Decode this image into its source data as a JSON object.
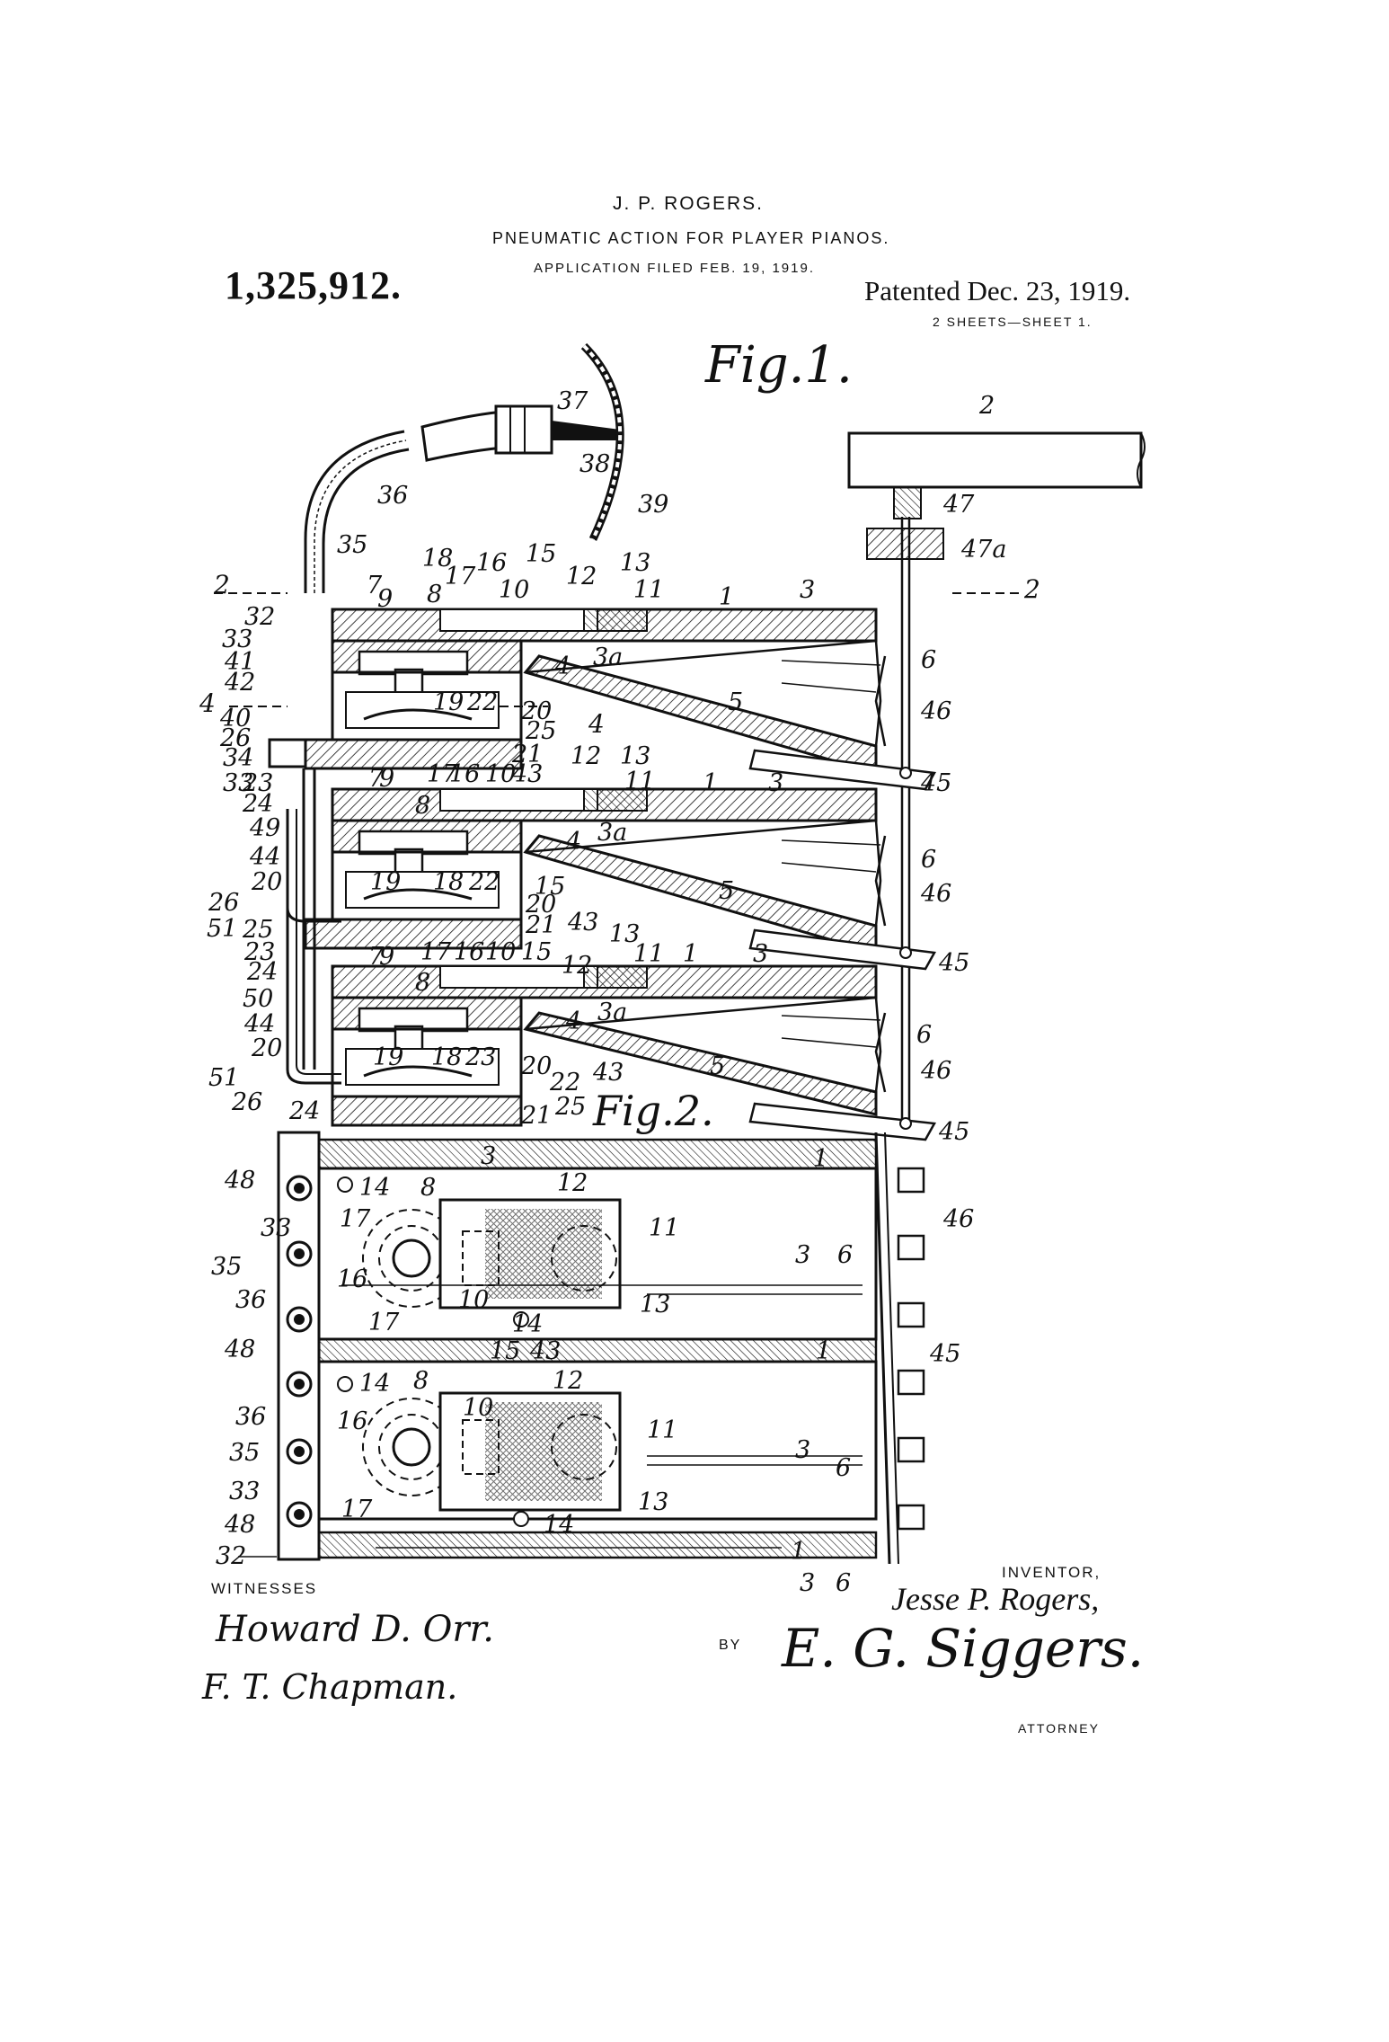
{
  "header": {
    "inventor_surname": "J. P. ROGERS.",
    "title": "PNEUMATIC ACTION FOR PLAYER PIANOS.",
    "application": "APPLICATION FILED FEB. 19, 1919.",
    "patent_number": "1,325,912.",
    "patented": "Patented Dec. 23, 1919.",
    "sheets": "2 SHEETS—SHEET 1."
  },
  "figures": {
    "fig1": "Fig.1.",
    "fig2": "Fig.2."
  },
  "section_marks": {
    "left_2": "2",
    "right_2": "2",
    "left_4": "4",
    "right_4": "4"
  },
  "fig1_labels": [
    "2",
    "47",
    "47a",
    "37",
    "38",
    "39",
    "36",
    "35",
    "18",
    "17",
    "16",
    "15",
    "12",
    "13",
    "11",
    "1",
    "3",
    "7",
    "9",
    "8",
    "10",
    "32",
    "33",
    "41",
    "42",
    "40",
    "26",
    "34",
    "33",
    "23",
    "24",
    "49",
    "44",
    "20",
    "26",
    "51",
    "25",
    "23",
    "24",
    "50",
    "44",
    "20",
    "51",
    "26",
    "24",
    "3a",
    "4",
    "6",
    "5",
    "46",
    "45",
    "20",
    "19",
    "22",
    "21",
    "25",
    "43",
    "13",
    "12",
    "11",
    "1",
    "3",
    "7",
    "9",
    "17",
    "16",
    "10",
    "8",
    "3a",
    "4",
    "6",
    "19",
    "18",
    "22",
    "15",
    "20",
    "21",
    "5",
    "46",
    "45",
    "43",
    "13",
    "7",
    "9",
    "17",
    "16",
    "10",
    "15",
    "12",
    "11",
    "1",
    "3",
    "8",
    "3a",
    "4",
    "6",
    "19",
    "18",
    "23",
    "20",
    "22",
    "43",
    "5",
    "46",
    "45",
    "21",
    "25"
  ],
  "fig2_labels": [
    "3",
    "1",
    "48",
    "14",
    "8",
    "12",
    "33",
    "17",
    "11",
    "35",
    "16",
    "3",
    "6",
    "46",
    "36",
    "17",
    "10",
    "13",
    "14",
    "45",
    "48",
    "15",
    "43",
    "1",
    "14",
    "8",
    "12",
    "36",
    "16",
    "10",
    "11",
    "35",
    "3",
    "6",
    "33",
    "17",
    "13",
    "48",
    "14",
    "32",
    "1",
    "3",
    "6"
  ],
  "signatures": {
    "witnesses_label": "WITNESSES",
    "witness1": "Howard D. Orr.",
    "witness2": "F. T. Chapman.",
    "inventor_label": "INVENTOR,",
    "inventor_name": "Jesse P. Rogers,",
    "by_label": "BY",
    "attorney_signature": "E. G. Siggers.",
    "attorney_label": "ATTORNEY"
  }
}
